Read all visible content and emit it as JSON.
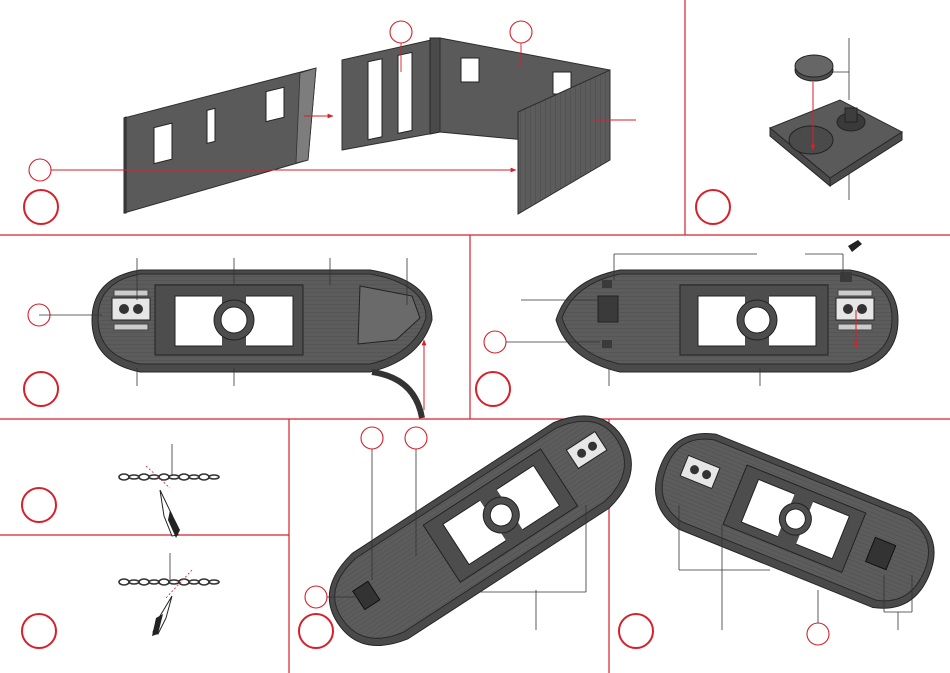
{
  "sheet": {
    "accent_color": "#d6202a",
    "part_color": "#5a5a5a",
    "steps": [
      {
        "id": "wall-assembly",
        "panel": "top-left"
      },
      {
        "id": "chimney-lid",
        "panel": "top-right"
      },
      {
        "id": "hull-deck-left",
        "panel": "middle-left"
      },
      {
        "id": "hull-deck-right",
        "panel": "middle-right"
      },
      {
        "id": "chain-cut-1",
        "panel": "bottom-left-upper"
      },
      {
        "id": "chain-cut-2",
        "panel": "bottom-left-lower"
      },
      {
        "id": "hull-underside-1",
        "panel": "bottom-middle"
      },
      {
        "id": "hull-underside-2",
        "panel": "bottom-right"
      }
    ],
    "icons": [
      "chain-icon",
      "cutter-knife-icon",
      "arrow-icon"
    ]
  }
}
